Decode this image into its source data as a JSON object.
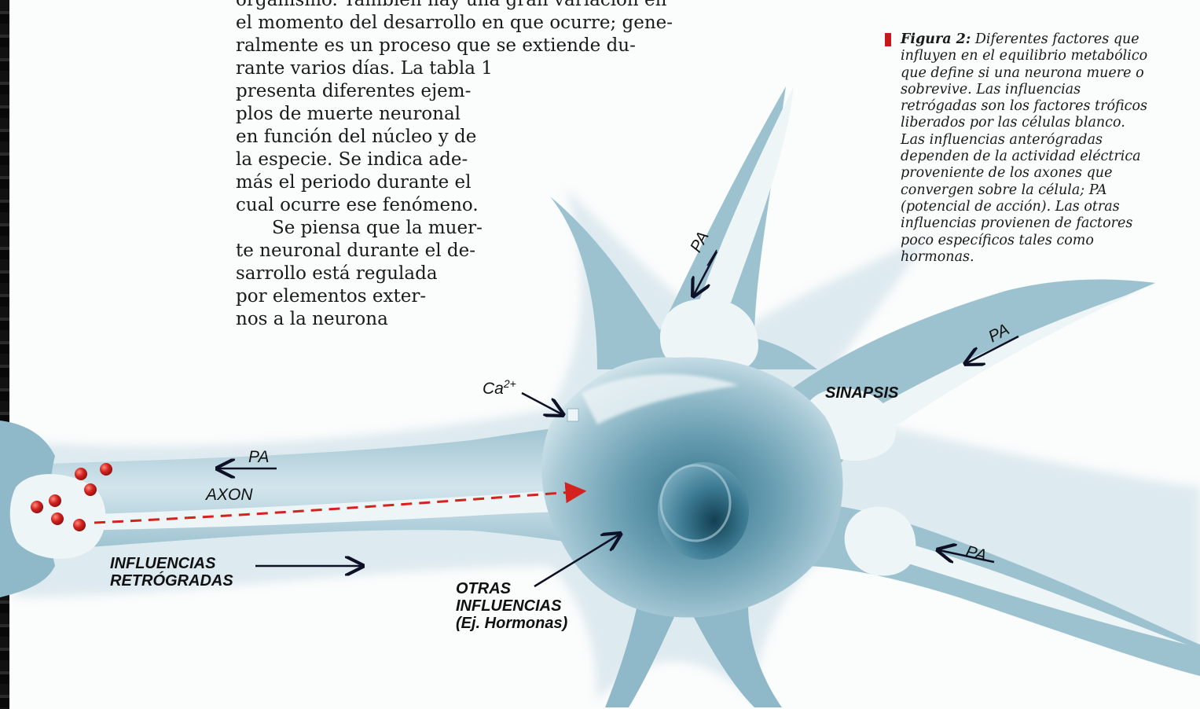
{
  "body_text": {
    "top_lines": [
      "organismo. También hay una gran variación en",
      "el momento del desarrollo en que ocurre; gene-",
      "ralmente es un proceso que se extiende du-"
    ],
    "narrow_lines": [
      "rante varios días. La tabla 1",
      "presenta diferentes ejem-",
      "plos de muerte neuronal",
      "en función del núcleo y de",
      "la especie. Se indica ade-",
      "más el periodo durante el",
      "cual ocurre ese fenómeno.",
      "Se piensa que la muer-",
      "te neuronal durante el de-",
      "sarrollo está regulada",
      "por elementos exter-",
      "nos a la neurona"
    ]
  },
  "caption": {
    "label": "Figura 2:",
    "first_line_rest": " Diferentes factores que",
    "lines": [
      "influyen en el equilibrio metabólico",
      "que define si una neurona muere o",
      "sobrevive. Las influencias",
      "retrógadas son los factores tróficos",
      "liberados por las células blanco.",
      "Las influencias anterógradas",
      "dependen de la actividad eléctrica",
      "proveniente de los axones que",
      "convergen sobre la célula; PA",
      "(potencial de acción). Las otras",
      "influencias provienen de factores",
      "poco específicos tales como",
      "hormonas."
    ],
    "marker_color": "#c8161d"
  },
  "diagram": {
    "labels": {
      "pa": "PA",
      "axon": "AXON",
      "sinapsis": "SINAPSIS",
      "ca": "Ca",
      "ca_sup": "2+",
      "influencias_1": "INFLUENCIAS",
      "influencias_2": "RETRÓGRADAS",
      "otras_1": "OTRAS",
      "otras_2": "INFLUENCIAS",
      "otras_3": "(Ej. Hormonas)"
    },
    "colors": {
      "neuron_dark": "#4f8ba1",
      "neuron_mid": "#8fb9c8",
      "neuron_light": "#d6e7ee",
      "vesicle": "#d4231f",
      "arrow_dashed": "#d4231f",
      "ink": "#0e1026"
    }
  }
}
